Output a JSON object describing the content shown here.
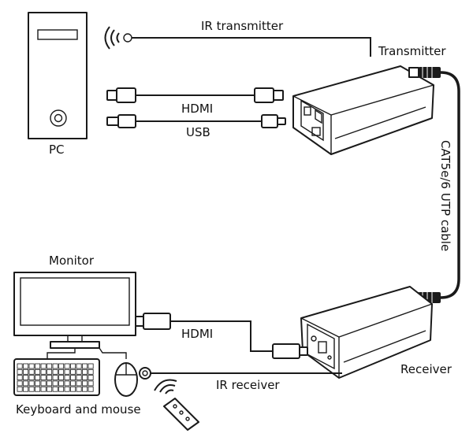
{
  "labels": {
    "pc": "PC",
    "transmitter": "Transmitter",
    "receiver": "Receiver",
    "monitor": "Monitor",
    "keyboard_mouse": "Keyboard and mouse",
    "ir_transmitter": "IR transmitter",
    "ir_receiver": "IR receiver",
    "hdmi_top": "HDMI",
    "usb": "USB",
    "hdmi_bottom": "HDMI",
    "utp_cable": "CAT5e/6 UTP cable"
  },
  "icons": {
    "pc": "pc-tower-icon",
    "monitor": "monitor-icon",
    "keyboard": "keyboard-icon",
    "mouse": "mouse-icon",
    "remote": "remote-control-icon",
    "transmitter": "extender-box-icon",
    "receiver": "extender-box-icon"
  }
}
